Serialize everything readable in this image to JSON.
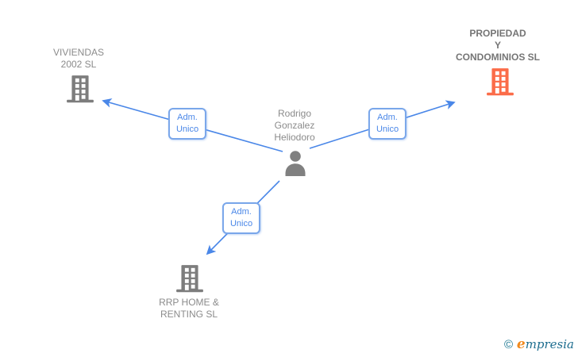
{
  "diagram": {
    "person": {
      "name": "Rodrigo\nGonzalez\nHeliodoro",
      "icon": "person-icon"
    },
    "companies": [
      {
        "id": "viviendas-2002-sl",
        "name": "VIVIENDAS\n2002 SL",
        "icon": "building-icon",
        "highlighted": false
      },
      {
        "id": "propiedad-y-condominios-sl",
        "name": "PROPIEDAD\nY\nCONDOMINIOS SL",
        "icon": "building-icon",
        "highlighted": true
      },
      {
        "id": "rrp-home-renting-sl",
        "name": "RRP HOME &\nRENTING SL",
        "icon": "building-icon",
        "highlighted": false
      }
    ],
    "edges": [
      {
        "from": "person",
        "to": "viviendas-2002-sl",
        "label": "Adm.\nUnico"
      },
      {
        "from": "person",
        "to": "propiedad-y-condominios-sl",
        "label": "Adm.\nUnico"
      },
      {
        "from": "person",
        "to": "rrp-home-renting-sl",
        "label": "Adm.\nUnico"
      }
    ]
  },
  "watermark": {
    "copyright": "©",
    "brand_initial": "e",
    "brand_rest": "mpresia"
  },
  "colors": {
    "edge_blue": "#4a87e8",
    "company_gray": "#7d7d7d",
    "company_highlight": "#fb6c49",
    "person_gray": "#808080"
  }
}
